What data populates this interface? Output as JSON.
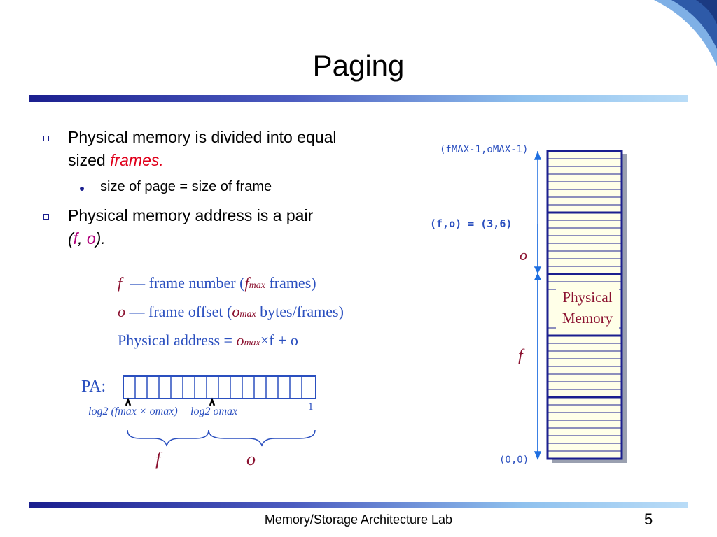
{
  "title": "Paging",
  "bullets": [
    {
      "text_before": "Physical memory is divided into equal",
      "line2_before": "sized ",
      "emphasis": "frames."
    },
    {
      "sub": "size of page = size of frame"
    },
    {
      "text_before": "Physical  memory   address is a pair",
      "line2_open": "(",
      "f": "f",
      "comma": ", ",
      "o": "o",
      "close": ")."
    }
  ],
  "definitions": {
    "line1_var": "f",
    "line1_text": "— frame number (",
    "line1_sym": "f",
    "line1_sub": "max",
    "line1_end": " frames)",
    "line2_var": "o",
    "line2_text": "— frame offset (",
    "line2_sym": "o",
    "line2_sub": "max",
    "line2_end": "  bytes/frames)",
    "line3_text": "Physical address = ",
    "line3_o": "o",
    "line3_sub": "max",
    "line3_rest": "×f + o"
  },
  "pa": {
    "label": "PA:",
    "left_label": "log2 (fmax × omax)",
    "mid_label": "log2 omax",
    "right_label": "1",
    "f_brace": "f",
    "o_brace": "o"
  },
  "memory": {
    "top_label": "(fMAX-1,oMAX-1)",
    "pair_label": "(f,o) = (3,6)",
    "o_label": "o",
    "f_label": "f",
    "bottom_label": "(0,0)",
    "name_line1": "Physical",
    "name_line2": "Memory"
  },
  "footer": "Memory/Storage Architecture Lab",
  "page_number": "5",
  "colors": {
    "accent_dark": "#1b1f8f",
    "accent_light": "#b9dcf7",
    "definition_blue": "#2a4fbf",
    "emphasis_red": "#e0001b",
    "maroon": "#8b1230"
  }
}
